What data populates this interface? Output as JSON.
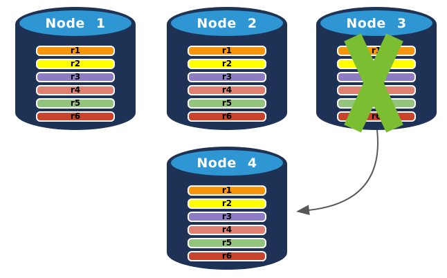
{
  "diagram": {
    "nodes": [
      {
        "label": "Node 1",
        "failed": false
      },
      {
        "label": "Node 2",
        "failed": false
      },
      {
        "label": "Node 3",
        "failed": true
      },
      {
        "label": "Node 4",
        "failed": false
      }
    ],
    "replica_rows": [
      {
        "label": "r1",
        "color": "#F7950D"
      },
      {
        "label": "r2",
        "color": "#FFFF00"
      },
      {
        "label": "r3",
        "color": "#8E7CC3"
      },
      {
        "label": "r4",
        "color": "#DF8070"
      },
      {
        "label": "r5",
        "color": "#93C47D"
      },
      {
        "label": "r6",
        "color": "#C7432B"
      }
    ],
    "colors": {
      "cylinder_body": "#1E3255",
      "cylinder_top": "#2E96D3",
      "failure_x": "#7CBE31",
      "arrow": "#595959",
      "row_border": "#FFFFFF",
      "row_text": "#000000",
      "node_label": "#FFFFFF",
      "background": "#FFFFFF"
    },
    "icons": {
      "failure": "x-mark-icon",
      "transfer": "curved-arrow-icon"
    }
  }
}
